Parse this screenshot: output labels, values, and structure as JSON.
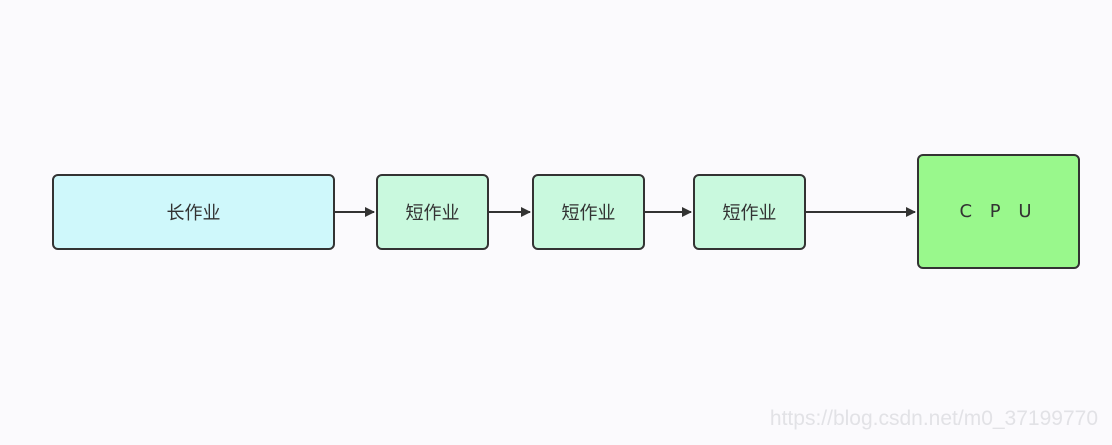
{
  "diagram": {
    "nodes": {
      "long_job": "长作业",
      "short_job_1": "短作业",
      "short_job_2": "短作业",
      "short_job_3": "短作业",
      "cpu": "C P U"
    }
  },
  "watermark": "https://blog.csdn.net/m0_37199770",
  "colors": {
    "long_job_fill": "#cff8fb",
    "short_job_fill": "#c9f9de",
    "cpu_fill": "#99f88c",
    "stroke": "#333333"
  }
}
